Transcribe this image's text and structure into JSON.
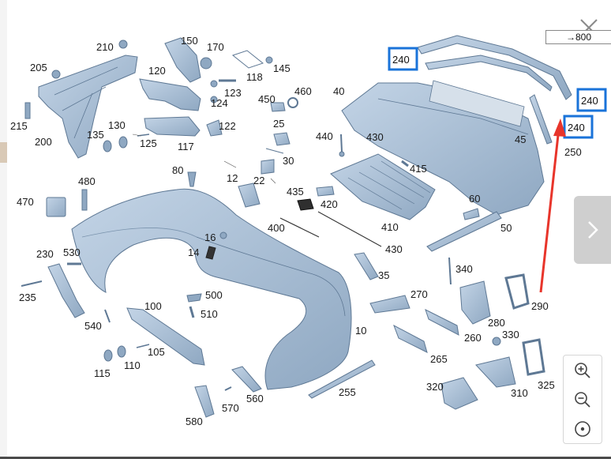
{
  "viewer": {
    "reference_label": "→800",
    "controls": {
      "close_icon": "close-icon",
      "next_icon": "chevron-right-icon",
      "zoom_in_icon": "zoom-in-icon",
      "zoom_out_icon": "zoom-out-icon",
      "reset_icon": "target-reset-icon"
    }
  },
  "part_labels": {
    "p10": "10",
    "p12": "12",
    "p14": "14",
    "p16": "16",
    "p22": "22",
    "p25": "25",
    "p30": "30",
    "p35": "35",
    "p40": "40",
    "p45": "45",
    "p50": "50",
    "p60": "60",
    "p80": "80",
    "p100": "100",
    "p105": "105",
    "p110": "110",
    "p115": "115",
    "p117": "117",
    "p118": "118",
    "p120": "120",
    "p122": "122",
    "p123": "123",
    "p124": "124",
    "p125": "125",
    "p130": "130",
    "p135": "135",
    "p145": "145",
    "p150": "150",
    "p170": "170",
    "p200": "200",
    "p205": "205",
    "p210": "210",
    "p215": "215",
    "p230": "230",
    "p235": "235",
    "p250": "250",
    "p255": "255",
    "p260": "260",
    "p265": "265",
    "p270": "270",
    "p280": "280",
    "p290": "290",
    "p310": "310",
    "p320": "320",
    "p325": "325",
    "p330": "330",
    "p340": "340",
    "p400": "400",
    "p410": "410",
    "p415": "415",
    "p420": "420",
    "p430a": "430",
    "p430b": "430",
    "p435": "435",
    "p440": "440",
    "p450": "450",
    "p460": "460",
    "p470": "470",
    "p480": "480",
    "p500": "500",
    "p510": "510",
    "p530": "530",
    "p540": "540",
    "p560": "560",
    "p570": "570",
    "p580": "580"
  },
  "highlighted_callouts": {
    "c1": "240",
    "c2": "240",
    "c3": "240"
  },
  "colors": {
    "part_fill": "#a9bfd6",
    "part_stroke": "#5e7894",
    "highlight_border": "#1a73d9",
    "pointer_arrow": "#e8352b"
  }
}
